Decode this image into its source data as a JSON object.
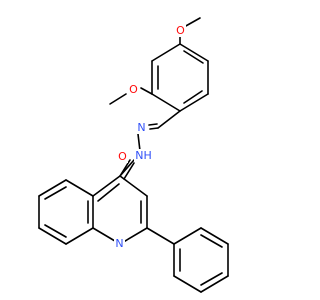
{
  "colors": {
    "bond": "#000000",
    "oxygen": "#ff0d0d",
    "nitrogen": "#3050f8",
    "background": "#ffffff"
  },
  "labels": {
    "methoxy_top_O": "O",
    "methoxy_ortho_O": "O",
    "carbonyl_O": "O",
    "hydrazone_N": "N",
    "amide_NH": "NH",
    "quinoline_N": "N"
  }
}
